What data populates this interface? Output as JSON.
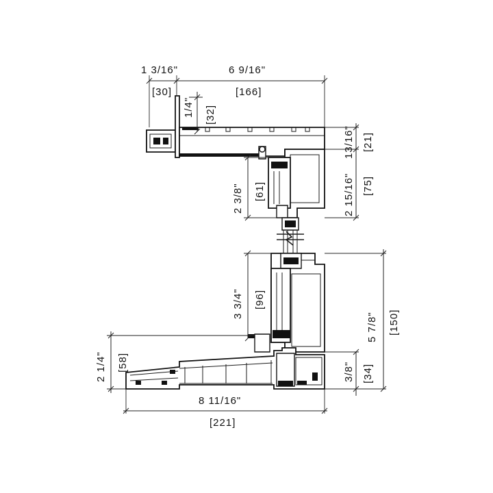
{
  "dimensions": {
    "head_left_in": "1 3/16\"",
    "head_left_mm": "[30]",
    "head_right_in": "6 9/16\"",
    "head_right_mm": "[166]",
    "head_gap_in": "1/4\"",
    "head_gap_mm": "[32]",
    "head_top_in": "13/16\"",
    "head_top_mm": "[21]",
    "upper_sash_in": "2 3/8\"",
    "upper_sash_mm": "[61]",
    "upper_right_in": "2 15/16\"",
    "upper_right_mm": "[75]",
    "lower_sash_in": "3 3/4\"",
    "lower_sash_mm": "[96]",
    "overall_right_in": "5 7/8\"",
    "overall_right_mm": "[150]",
    "sill_height_in": "2 1/4\"",
    "sill_height_mm": "[58]",
    "sill_right_in": "3/8\"",
    "sill_right_mm": "[34]",
    "sill_width_in": "8 11/16\"",
    "sill_width_mm": "[221]"
  }
}
